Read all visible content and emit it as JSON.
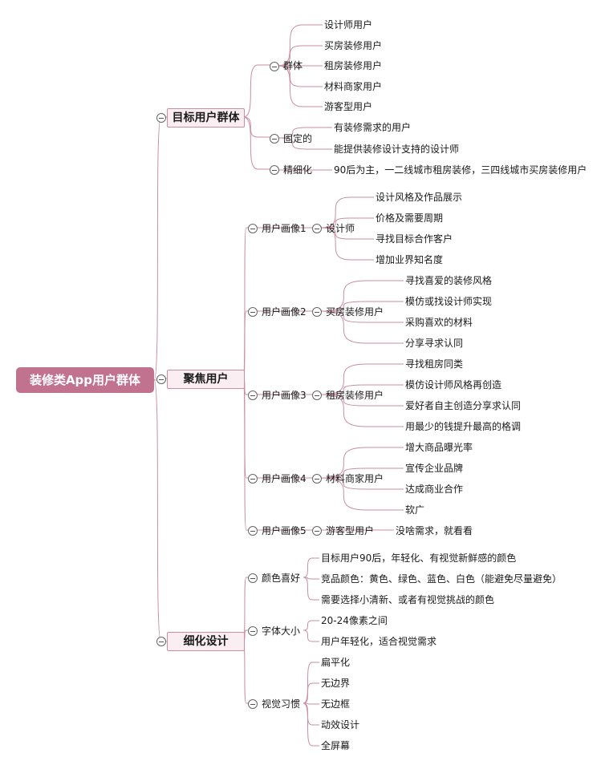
{
  "colors": {
    "root_fill": "#c0728f",
    "branch_fill": "#fbeef3",
    "link": "#c98ea4"
  },
  "root": "装修类App用户群体",
  "branches": [
    {
      "label": "目标用户群体",
      "children": [
        {
          "label": "群体",
          "items": [
            "设计师用户",
            "买房装修用户",
            "租房装修用户",
            "材料商家用户",
            "游客型用户"
          ]
        },
        {
          "label": "固定的",
          "items": [
            "有装修需求的用户",
            "能提供装修设计支持的设计师"
          ]
        },
        {
          "label": "精细化",
          "items": [
            "90后为主，一二线城市租房装修，三四线城市买房装修用户"
          ]
        }
      ]
    },
    {
      "label": "聚焦用户",
      "children": [
        {
          "label": "用户画像1",
          "sub": "设计师",
          "items": [
            "设计风格及作品展示",
            "价格及需要周期",
            "寻找目标合作客户",
            "增加业界知名度"
          ]
        },
        {
          "label": "用户画像2",
          "sub": "买房装修用户",
          "items": [
            "寻找喜爱的装修风格",
            "模仿或找设计师实现",
            "采购喜欢的材料",
            "分享寻求认同"
          ]
        },
        {
          "label": "用户画像3",
          "sub": "租房装修用户",
          "items": [
            "寻找租房同类",
            "模仿设计师风格再创造",
            "爱好者自主创造分享求认同",
            "用最少的钱提升最高的格调"
          ]
        },
        {
          "label": "用户画像4",
          "sub": "材料商家用户",
          "items": [
            "增大商品曝光率",
            "宣传企业品牌",
            "达成商业合作",
            "软广"
          ]
        },
        {
          "label": "用户画像5",
          "sub": "游客型用户",
          "items": [
            "没啥需求，就看看"
          ]
        }
      ]
    },
    {
      "label": "细化设计",
      "children": [
        {
          "label": "颜色喜好",
          "items": [
            "目标用户90后，年轻化、有视觉新鲜感的颜色",
            "竞品颜色：黄色、绿色、蓝色、白色（能避免尽量避免）",
            "需要选择小清新、或者有视觉挑战的颜色"
          ]
        },
        {
          "label": "字体大小",
          "items": [
            "20-24像素之间",
            "用户年轻化，适合视觉需求"
          ]
        },
        {
          "label": "视觉习惯",
          "items": [
            "扁平化",
            "无边界",
            "无边框",
            "动效设计",
            "全屏幕"
          ]
        }
      ]
    }
  ]
}
